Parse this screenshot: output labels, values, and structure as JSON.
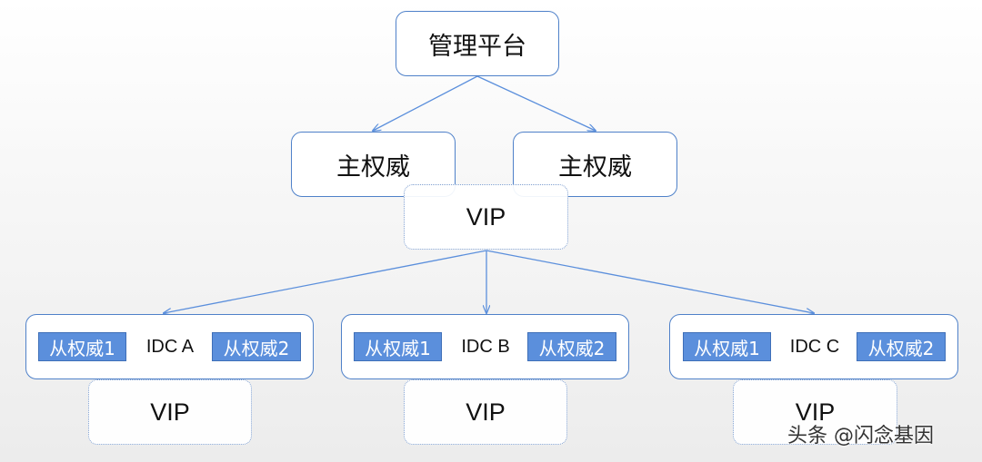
{
  "diagram": {
    "root": {
      "label": "管理平台"
    },
    "masters": [
      {
        "label": "主权威"
      },
      {
        "label": "主权威"
      }
    ],
    "master_vip": {
      "label": "VIP"
    },
    "idcs": [
      {
        "name": "IDC A",
        "slave_left": "从权威1",
        "slave_right": "从权威2",
        "vip": "VIP"
      },
      {
        "name": "IDC B",
        "slave_left": "从权威1",
        "slave_right": "从权威2",
        "vip": "VIP"
      },
      {
        "name": "IDC C",
        "slave_left": "从权威1",
        "slave_right": "从权威2",
        "vip": "VIP"
      }
    ],
    "colors": {
      "arrow": "#5b8fdc",
      "border": "#4f81c9",
      "slave_fill": "#5b8fdc"
    }
  },
  "watermark": {
    "text": "头条 @闪念基因"
  }
}
